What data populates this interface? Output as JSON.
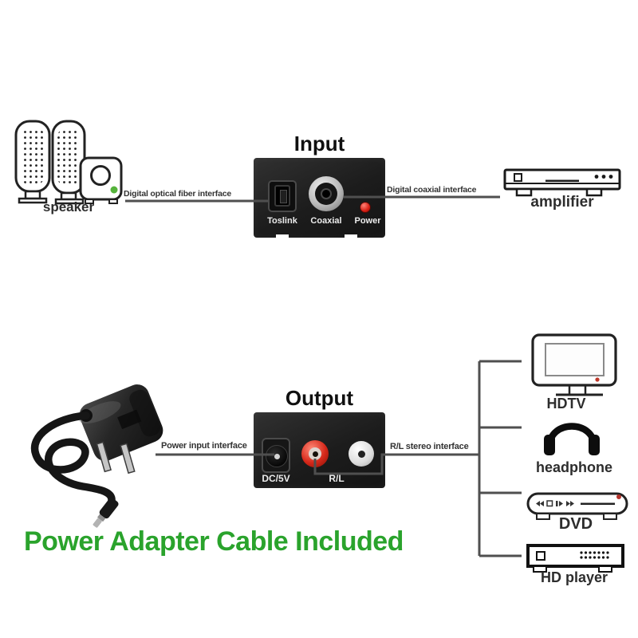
{
  "input_section": {
    "title": "Input",
    "speaker_label": "speaker",
    "optical_interface_label": "Digital optical fiber interface",
    "coaxial_interface_label": "Digital coaxial interface",
    "amplifier_label": "amplifier",
    "converter_ports": {
      "toslink": "Toslink",
      "coaxial": "Coaxial",
      "power": "Power"
    }
  },
  "output_section": {
    "title": "Output",
    "power_interface_label": "Power input interface",
    "stereo_interface_label": "R/L stereo interface",
    "converter_ports": {
      "dc": "DC/5V",
      "rl": "R/L"
    },
    "devices": [
      {
        "label": "HDTV"
      },
      {
        "label": "headphone"
      },
      {
        "label": "DVD"
      },
      {
        "label": "HD player"
      }
    ]
  },
  "footer": {
    "note": "Power Adapter Cable Included",
    "color": "#2aa32c"
  },
  "colors": {
    "connection_line": "#4f4f4f",
    "converter_box": "#1e1e1e",
    "power_led_red": "#d71f14",
    "rca_red": "#d5281a",
    "rca_white": "#ffffff",
    "subwoofer_green_dot": "#55b33b"
  }
}
